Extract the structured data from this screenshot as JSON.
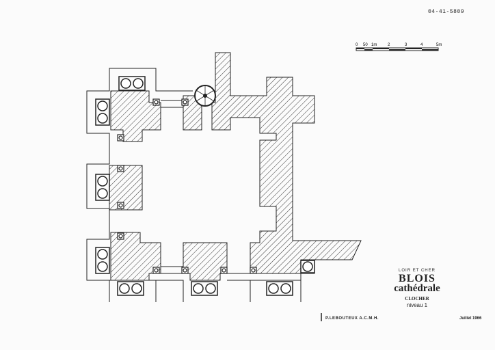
{
  "reference_number": "04-41-5809",
  "scale_bar": {
    "labels": [
      "0",
      "50",
      "1m",
      "2",
      "3",
      "4",
      "5m"
    ]
  },
  "title_block": {
    "department": "LOIR ET CHER",
    "city": "BLOIS",
    "building": "cathédrale",
    "part": "CLOCHER",
    "level": "niveau 1",
    "author": "P.LEBOUTEUX   A.C.M.H.",
    "date": "Juillet 1966"
  },
  "colors": {
    "ink": "#222222",
    "paper": "#fbfbfb"
  }
}
